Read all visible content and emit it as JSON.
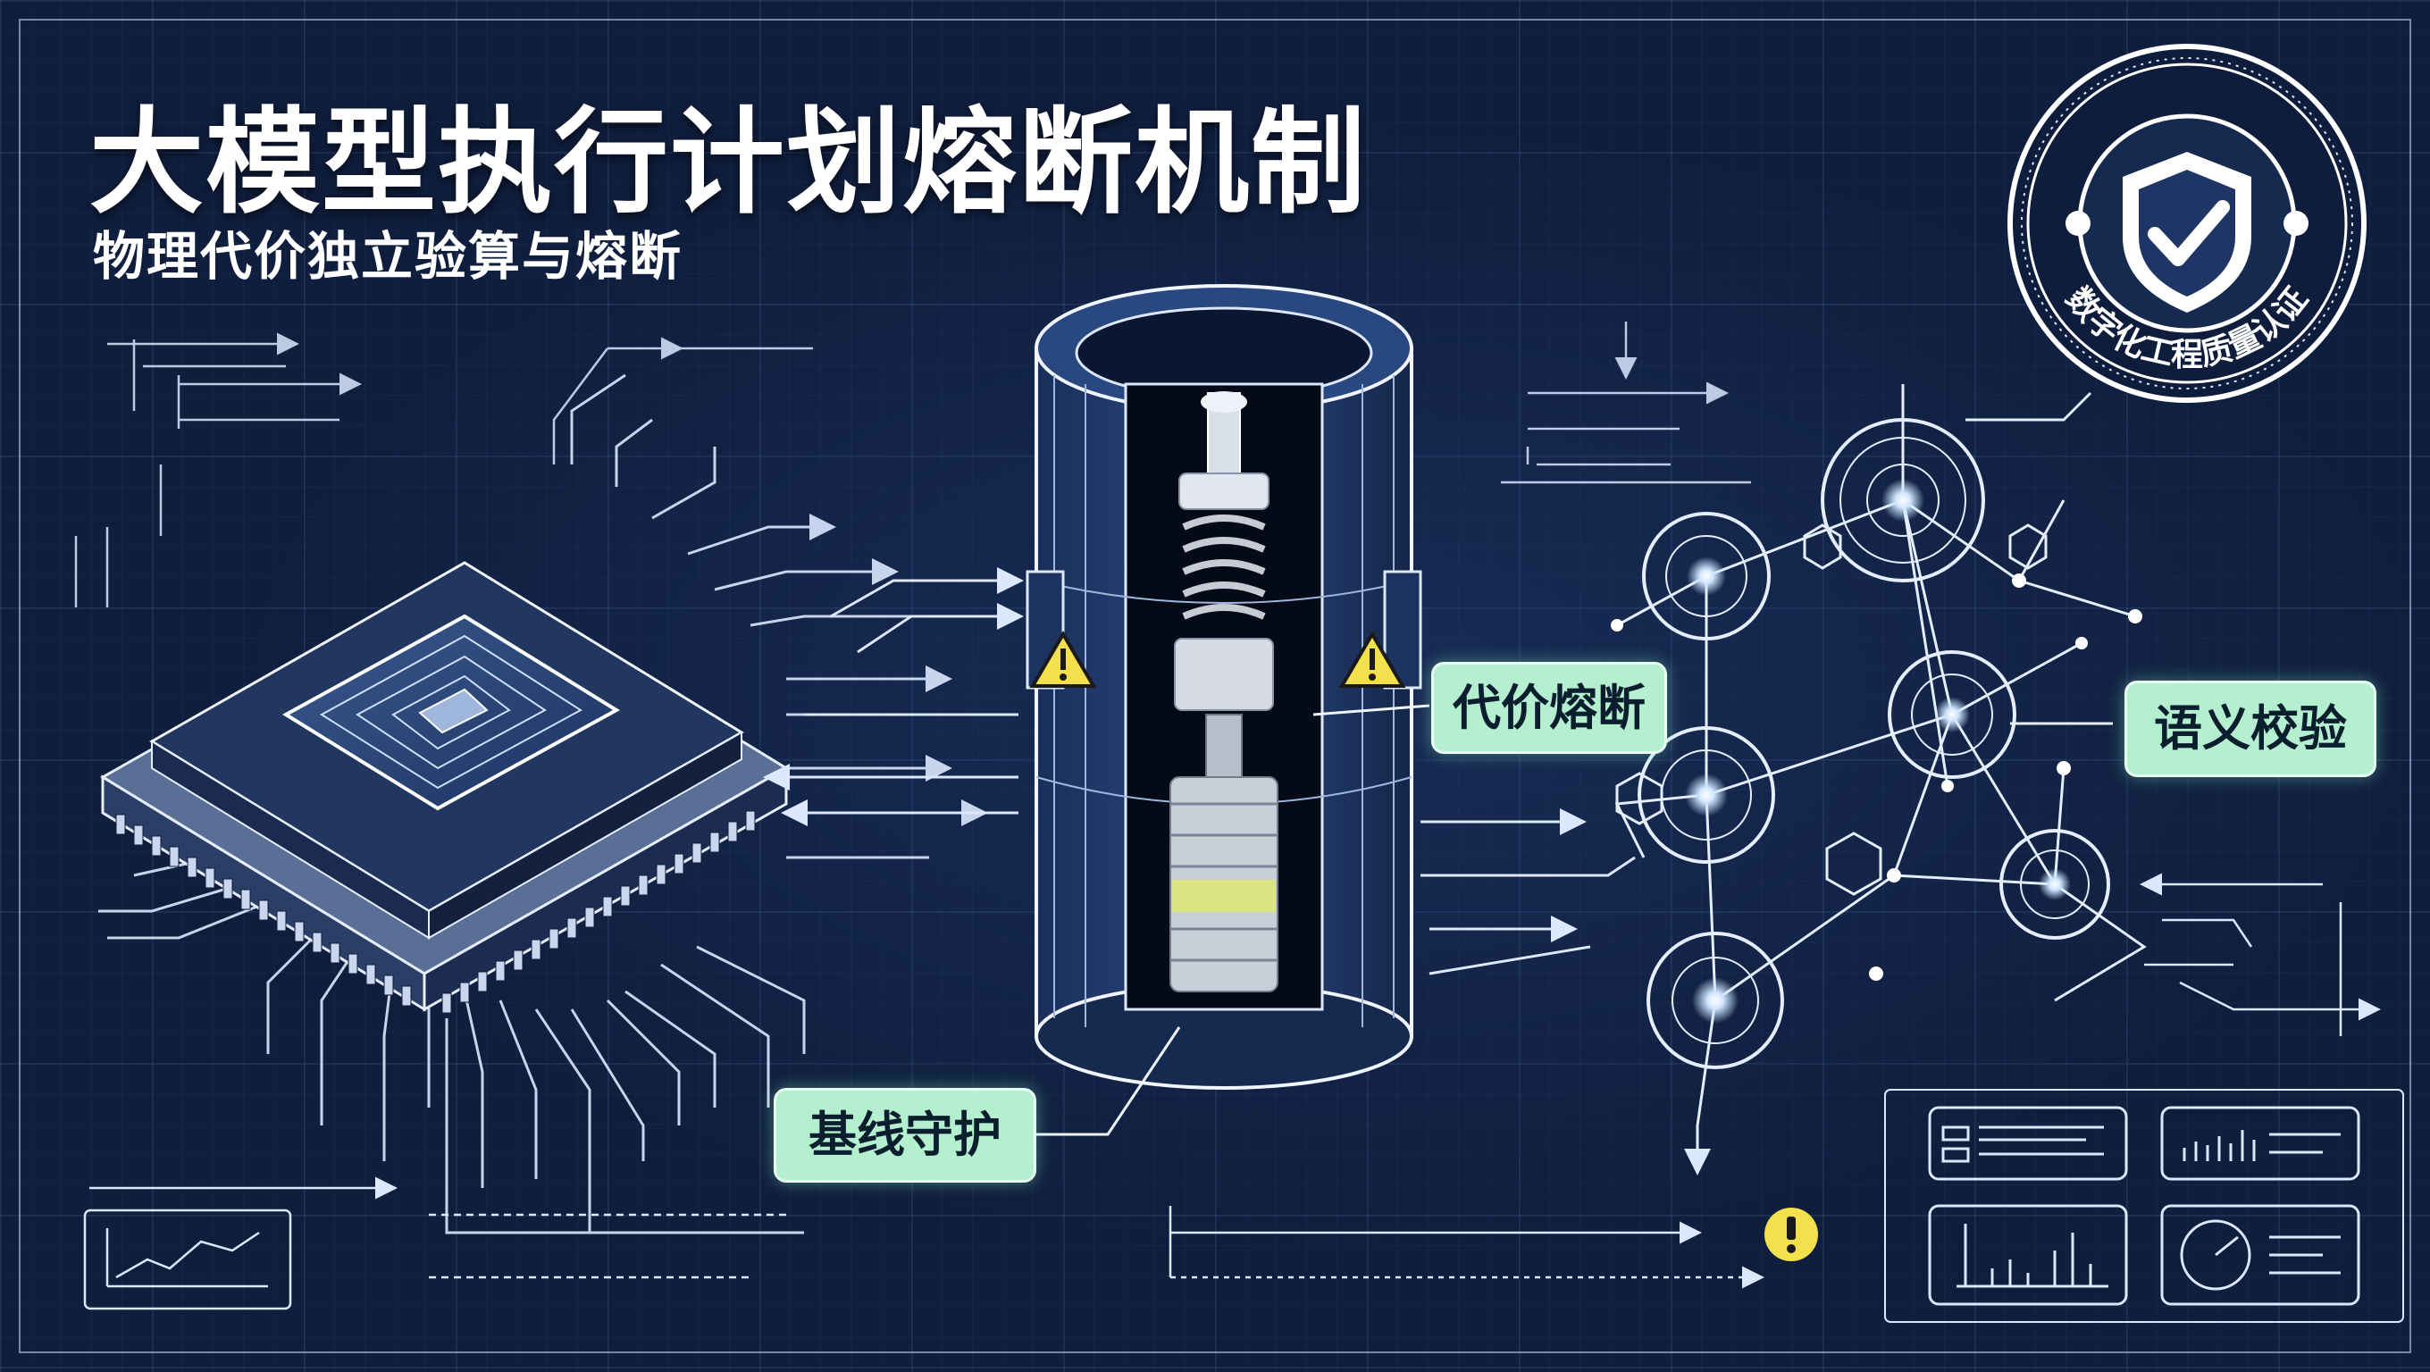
{
  "title": "大模型执行计划熔断机制",
  "subtitle": "物理代价独立验算与熔断",
  "labels": {
    "cost_fuse": "代价熔断",
    "semantic_check": "语义校验",
    "baseline_guard": "基线守护"
  },
  "seal": {
    "ring_text": "数字化工程质量认证"
  },
  "icons": {
    "warning": "warning-triangle-icon",
    "alert": "exclamation-circle-icon",
    "shield": "shield-check-icon"
  },
  "colors": {
    "background": "#0f1e3d",
    "line": "#dce8ff",
    "label_fill": "#b4f0cf",
    "warning": "#f4e04d"
  }
}
